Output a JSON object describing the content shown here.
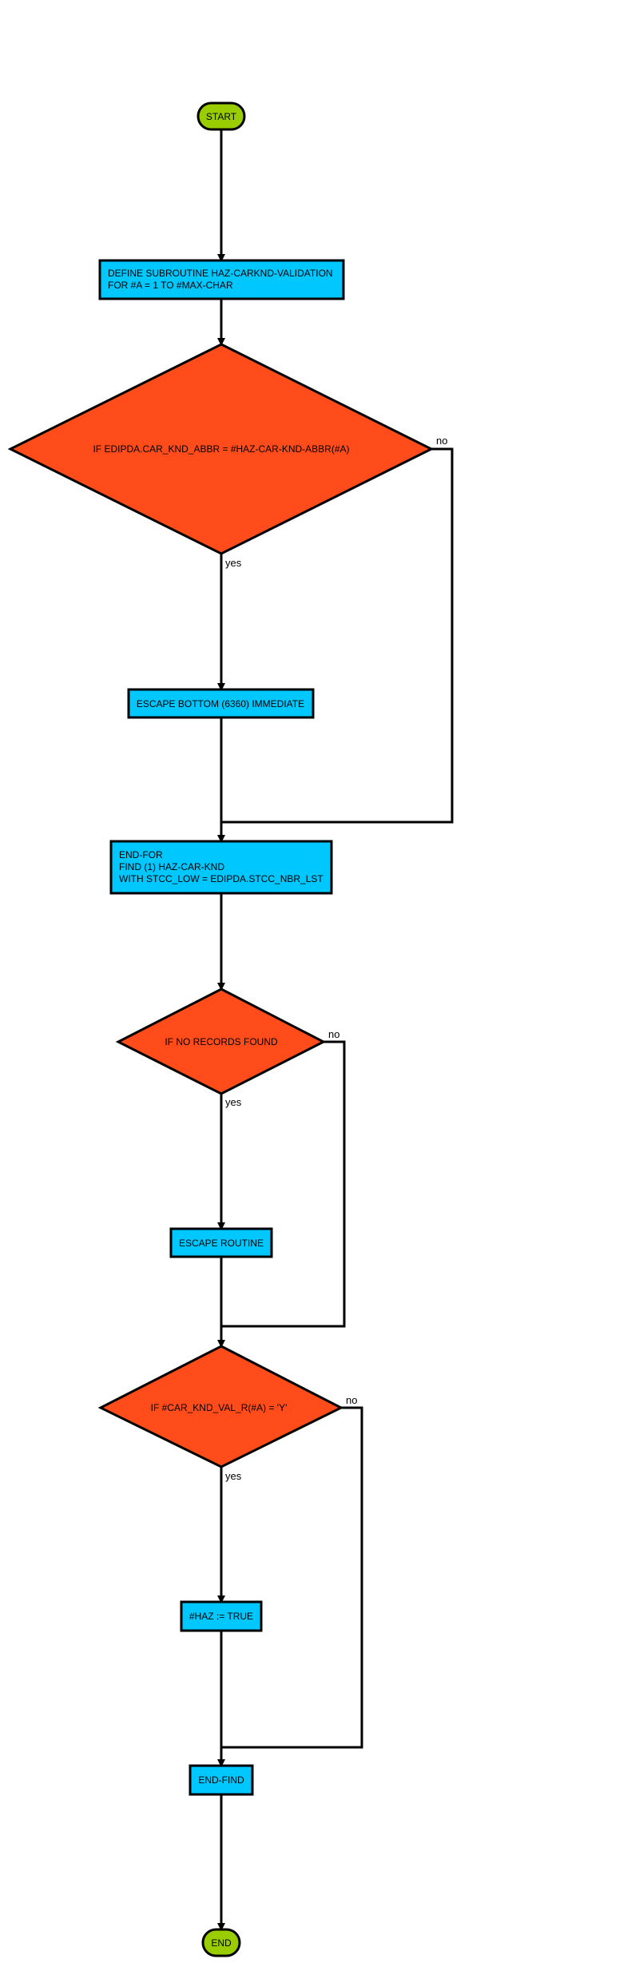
{
  "colors": {
    "terminal": "#9acd00",
    "process": "#00c8ff",
    "decision": "#ff4c1a",
    "line": "#000000"
  },
  "nodes": {
    "start": "START",
    "define_line1": "DEFINE SUBROUTINE HAZ-CARKND-VALIDATION",
    "define_line2": "FOR #A = 1 TO #MAX-CHAR",
    "decision1": "IF EDIPDA.CAR_KND_ABBR = #HAZ-CAR-KND-ABBR(#A)",
    "escape_bottom": "ESCAPE BOTTOM (6360) IMMEDIATE",
    "endfor_line1": "END-FOR",
    "endfor_line2": "FIND (1) HAZ-CAR-KND",
    "endfor_line3": "WITH STCC_LOW = EDIPDA.STCC_NBR_LST",
    "decision2": "IF NO RECORDS FOUND",
    "escape_routine": "ESCAPE ROUTINE",
    "decision3": "IF #CAR_KND_VAL_R(#A) = 'Y'",
    "haz_true": "#HAZ := TRUE",
    "end_find": "END-FIND",
    "end": "END"
  },
  "edge_labels": {
    "d1_yes": "yes",
    "d1_no": "no",
    "d2_yes": "yes",
    "d2_no": "no",
    "d3_yes": "yes",
    "d3_no": "no"
  }
}
